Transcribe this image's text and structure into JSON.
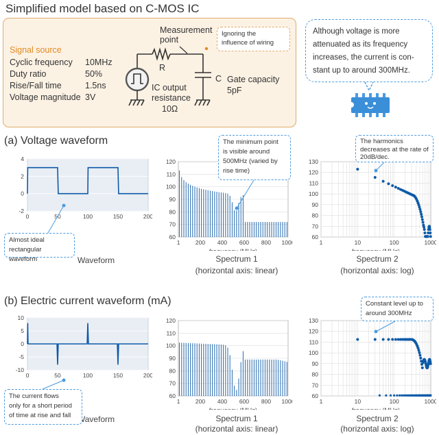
{
  "title": "Simplified model based on C-MOS IC",
  "source": {
    "heading": "Signal source",
    "rows": [
      {
        "label": "Cyclic frequency",
        "value": "10MHz"
      },
      {
        "label": "Duty ratio",
        "value": "50%"
      },
      {
        "label": "Rise/Fall time",
        "value": "1.5ns"
      },
      {
        "label": "Voltage magnitude",
        "value": "3V"
      }
    ]
  },
  "circuit": {
    "measurement_1": "Measurement",
    "measurement_2": "point",
    "r": "R",
    "c": "C",
    "ic_1": "IC output",
    "ic_2": "resistance",
    "ic_3": "10Ω",
    "gate_1": "Gate capacity",
    "gate_2": "5pF",
    "wiring_note_1": "Ignoring the",
    "wiring_note_2": "influence of wiring"
  },
  "bubble": {
    "lines": [
      "Although voltage is more",
      "attenuated as its frequency",
      "increases, the current is con-",
      "stant up to around 300MHz."
    ]
  },
  "colors": {
    "accent": "#0d5aa7",
    "callout": "#4a9be0",
    "box_border": "#e2a968",
    "box_fill": "#fcf2e4",
    "plot_bg": "#e9eef5"
  },
  "sections": {
    "a": "(a) Voltage waveform",
    "b": "(b) Electric current waveform (mA)"
  },
  "captions": {
    "waveform": "Waveform",
    "spec1_1": "Spectrum 1",
    "spec1_2": "(horizontal axis: linear)",
    "spec2_1": "Spectrum 2",
    "spec2_2": "(horizontal axis: log)",
    "freq": "frequency (MHz)"
  },
  "callouts": {
    "a_wave": [
      "Almost ideal",
      "rectangular waveform"
    ],
    "a_spec1": [
      "The minimum point",
      "is visible around",
      "500MHz (varied by",
      "rise time)"
    ],
    "a_spec2": [
      "The harmonics",
      "decreases at the rate of",
      "20dB/dec."
    ],
    "b_wave": [
      "The current flows",
      "only for a short period",
      "of time at rise and fall"
    ],
    "b_spec2": [
      "Constant level up to",
      "around 300MHz"
    ]
  },
  "chart_data": [
    {
      "type": "line",
      "id": "a-wave",
      "x_ticks": [
        "0",
        "50",
        "100",
        "150",
        "200"
      ],
      "y_ticks": [
        "4",
        "2",
        "0",
        "-2"
      ],
      "xlim": [
        0,
        200
      ],
      "ylim": [
        -2,
        4
      ],
      "x": [
        0,
        0.5,
        50,
        51,
        100,
        100.5,
        150,
        151,
        200
      ],
      "y": [
        0,
        3,
        3,
        0,
        0,
        3,
        3,
        0,
        0
      ]
    },
    {
      "type": "bar",
      "id": "a-spec1",
      "x_ticks": [
        "1",
        "200",
        "400",
        "600",
        "800",
        "1000"
      ],
      "y_ticks": [
        "120",
        "110",
        "100",
        "90",
        "80",
        "70",
        "60"
      ],
      "xlim": [
        0,
        1000
      ],
      "ylim": [
        60,
        120
      ]
    },
    {
      "type": "scatter",
      "id": "a-spec2",
      "x_ticks": [
        "1",
        "10",
        "100",
        "1000"
      ],
      "y_ticks": [
        "130",
        "120",
        "110",
        "100",
        "90",
        "80",
        "70",
        "60"
      ],
      "xscale": "log",
      "xlim": [
        1,
        1000
      ],
      "ylim": [
        60,
        130
      ]
    },
    {
      "type": "line",
      "id": "b-wave",
      "x_ticks": [
        "0",
        "50",
        "100",
        "150",
        "200"
      ],
      "y_ticks": [
        "10",
        "5",
        "0",
        "-5",
        "-10"
      ],
      "xlim": [
        0,
        200
      ],
      "ylim": [
        -10,
        10
      ],
      "x": [
        0,
        0.5,
        1,
        2,
        49,
        50,
        51,
        52,
        99,
        100,
        101,
        102,
        149,
        150,
        151,
        152,
        200
      ],
      "y": [
        0,
        8,
        0,
        0,
        0,
        -8,
        0,
        0,
        0,
        8,
        0,
        0,
        0,
        -8,
        0,
        0,
        0
      ]
    },
    {
      "type": "bar",
      "id": "b-spec1",
      "x_ticks": [
        "1",
        "200",
        "400",
        "600",
        "800",
        "1000"
      ],
      "y_ticks": [
        "120",
        "110",
        "100",
        "90",
        "80",
        "70",
        "60"
      ],
      "xlim": [
        0,
        1000
      ],
      "ylim": [
        60,
        120
      ]
    },
    {
      "type": "scatter",
      "id": "b-spec2",
      "x_ticks": [
        "1",
        "10",
        "100",
        "1000"
      ],
      "y_ticks": [
        "130",
        "120",
        "110",
        "100",
        "90",
        "80",
        "70",
        "60"
      ],
      "xscale": "log",
      "xlim": [
        1,
        1000
      ],
      "ylim": [
        60,
        130
      ]
    }
  ]
}
